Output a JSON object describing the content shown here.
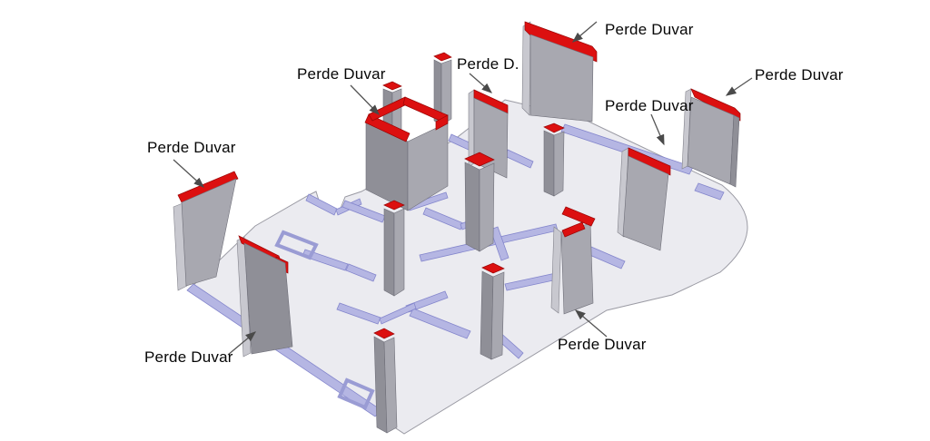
{
  "labels": [
    {
      "id": "label-top",
      "text": "Perde Duvar"
    },
    {
      "id": "label-upper-left",
      "text": "Perde Duvar"
    },
    {
      "id": "label-perde-d",
      "text": "Perde D."
    },
    {
      "id": "label-mid-right",
      "text": "Perde Duvar"
    },
    {
      "id": "label-right",
      "text": "Perde Duvar"
    },
    {
      "id": "label-left",
      "text": "Perde Duvar"
    },
    {
      "id": "label-bottom-left",
      "text": "Perde Duvar"
    },
    {
      "id": "label-bottom-right",
      "text": "Perde Duvar"
    }
  ],
  "colors": {
    "shear_wall_highlight": "#dc1010",
    "wall_gray": "#a8a8b0",
    "plan_trace_lavender": "#b5b6e3",
    "floor_slab": "#ebebf0",
    "leader_line": "#555555",
    "label_text": "#060606"
  }
}
